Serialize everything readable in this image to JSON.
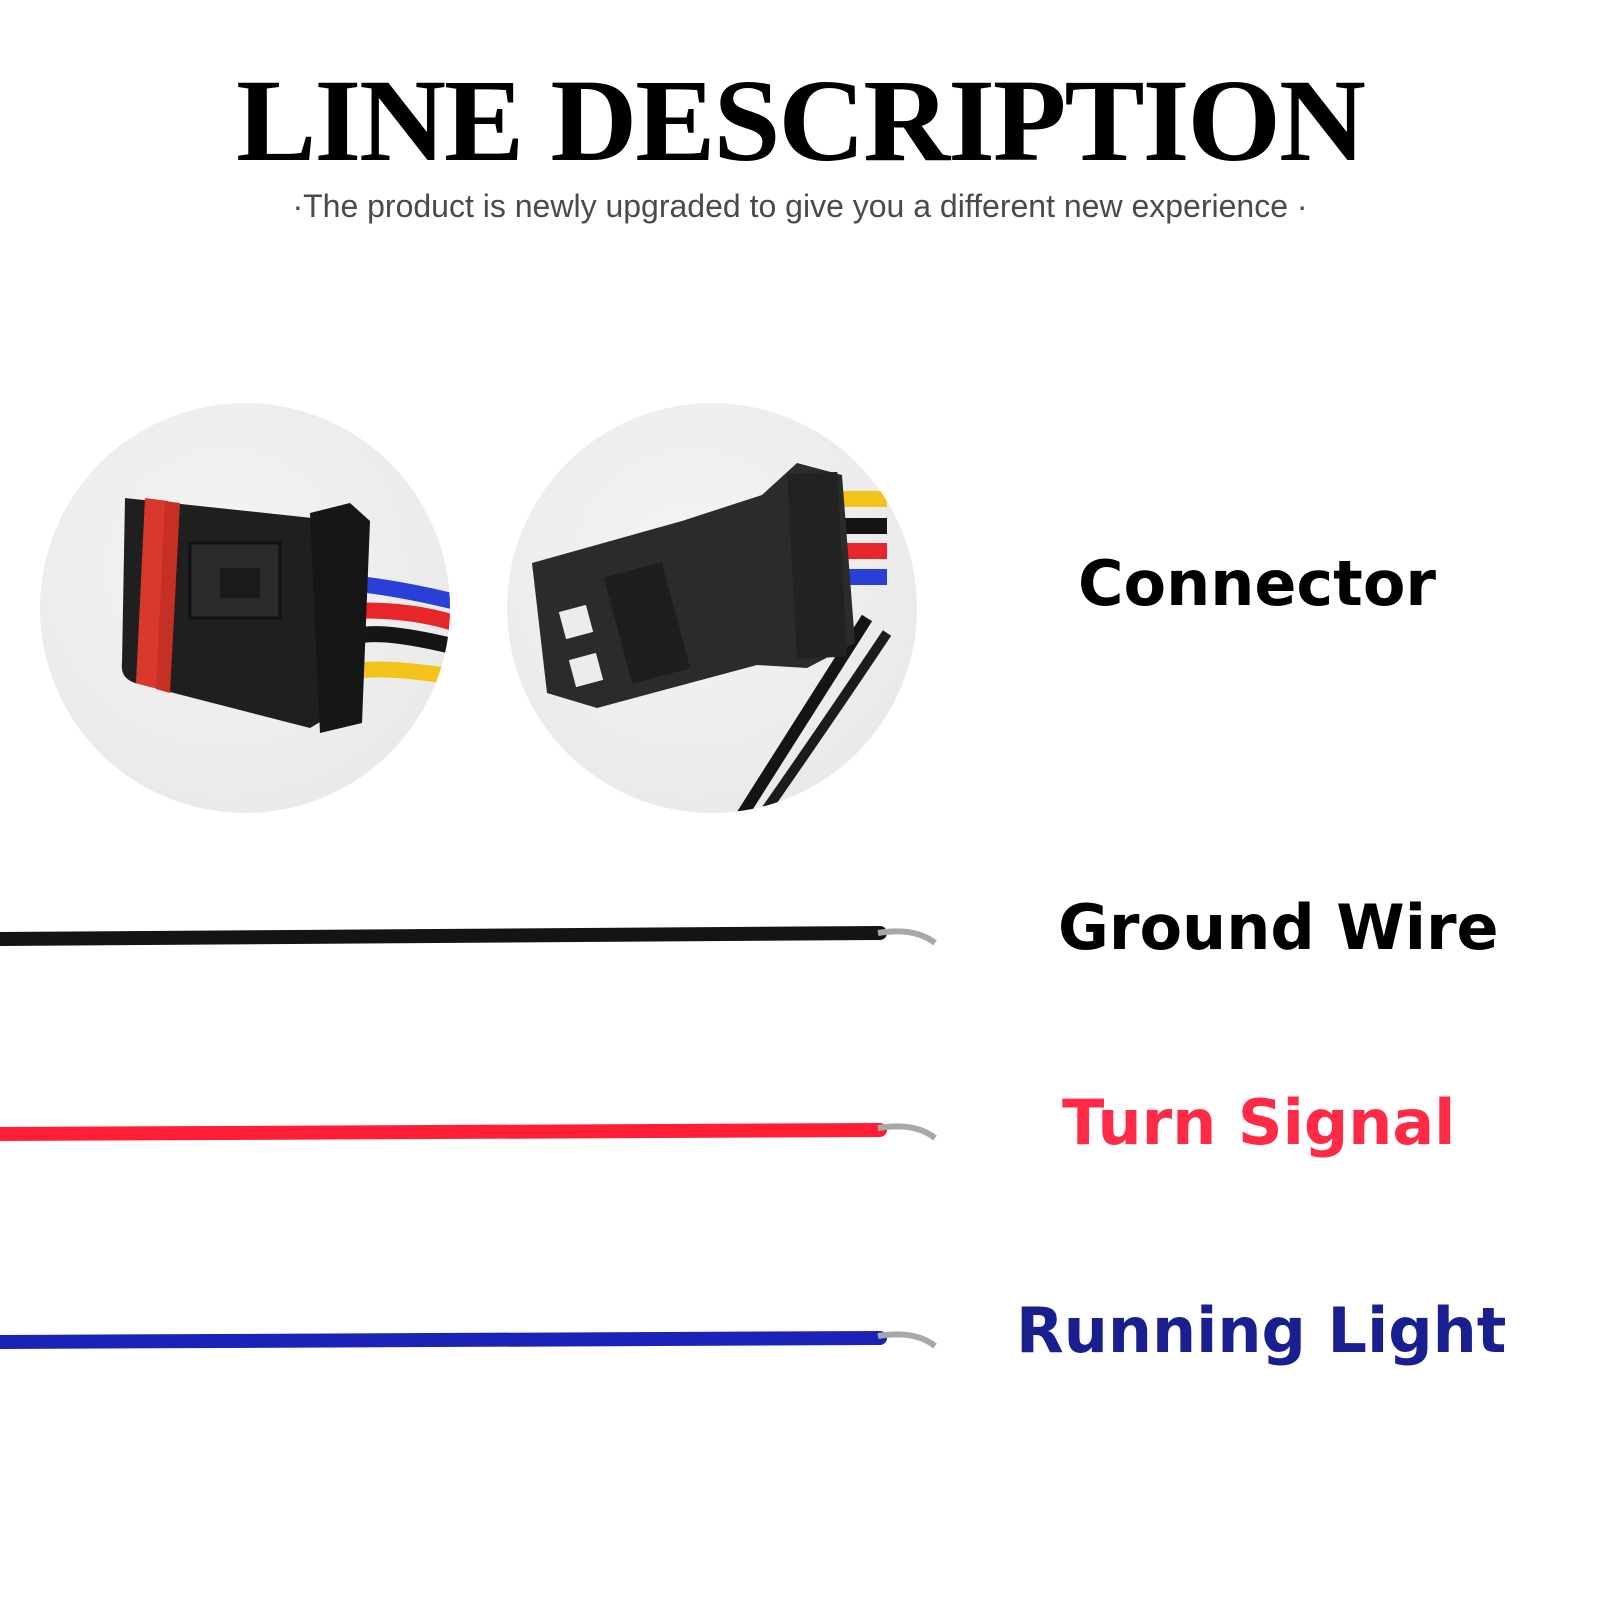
{
  "header": {
    "title": "LINE DESCRIPTION",
    "subtitle": "·The product is newly upgraded to give you a different new experience ·"
  },
  "images": [
    {
      "name": "waterproof-connector-photo",
      "wire_colors": [
        "#2a3fd8",
        "#e8262a",
        "#111111",
        "#f2c318"
      ]
    },
    {
      "name": "flat-connector-photo",
      "wire_colors": [
        "#f2c318",
        "#111111",
        "#e8262a",
        "#2a3fd8"
      ]
    }
  ],
  "labels": {
    "connector": "Connector",
    "ground": "Ground Wire",
    "turn": "Turn Signal",
    "running": "Running Light"
  },
  "colors": {
    "ground": "#111111",
    "turn": "#ff2a45",
    "running": "#1a1f8f",
    "turn_wire": "#ff1e35",
    "running_wire": "#1b22b8"
  }
}
